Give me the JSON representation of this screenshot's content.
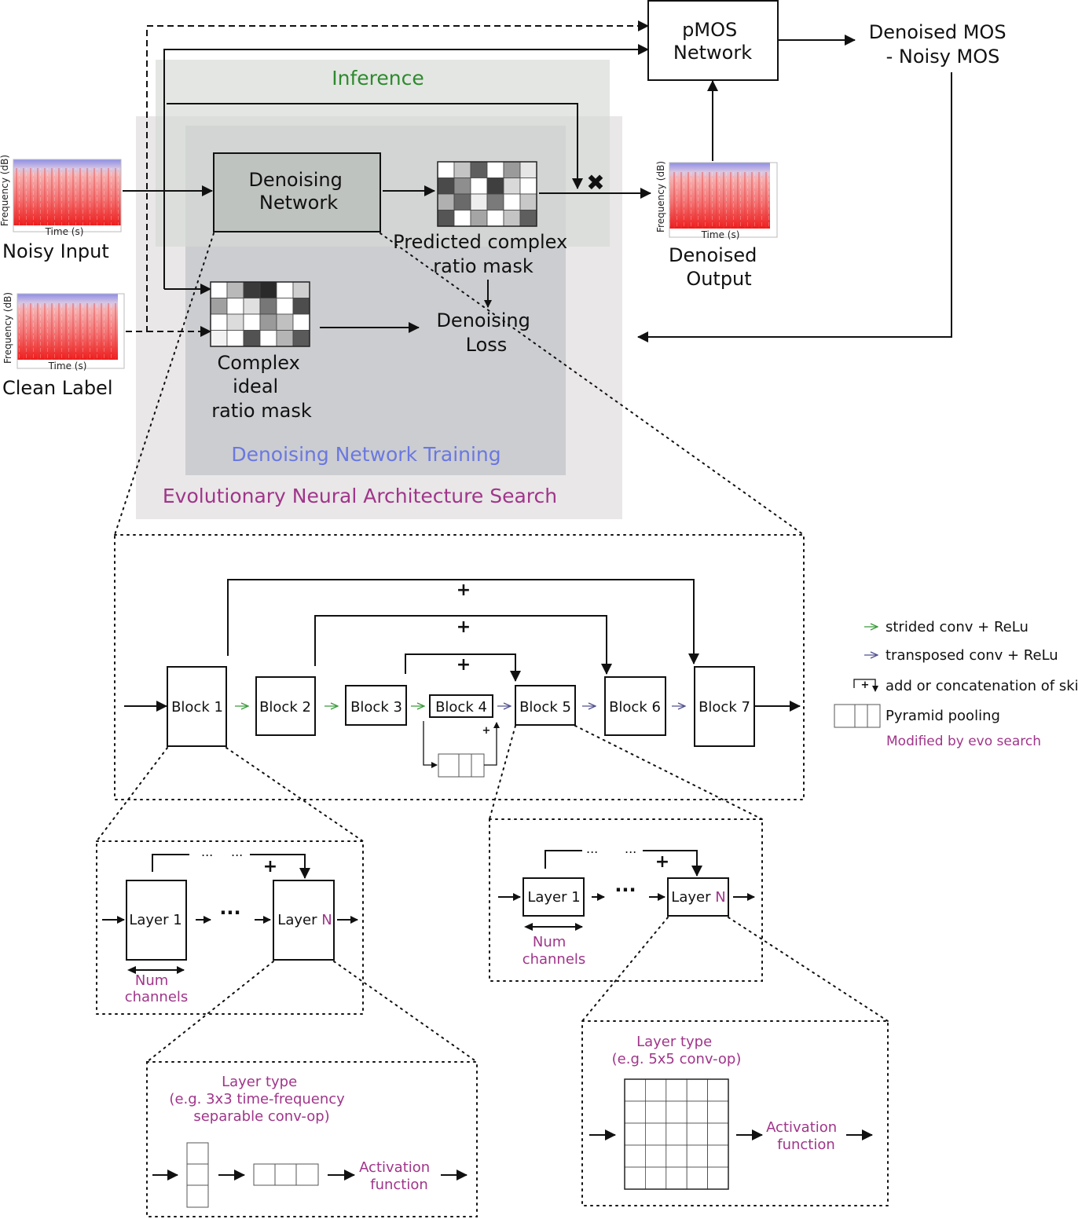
{
  "regions": {
    "inference": "Inference",
    "training": "Denoising Network Training",
    "evo_search": "Evolutionary Neural Architecture Search"
  },
  "top": {
    "pmos": [
      "pMOS",
      "Network"
    ],
    "mos_diff": [
      "Denoised MOS",
      "- Noisy MOS"
    ],
    "denoising_network": [
      "Denoising",
      "Network"
    ],
    "predicted_mask": [
      "Predicted complex",
      "ratio mask"
    ],
    "ideal_mask": [
      "Complex",
      "ideal",
      "ratio mask"
    ],
    "denoising_loss": [
      "Denoising",
      "Loss"
    ],
    "noisy_input": "Noisy Input",
    "clean_label": "Clean Label",
    "denoised_output": [
      "Denoised",
      "Output"
    ],
    "spec_ylabel": "Frequency (dB)",
    "spec_xlabel": "Time (s)"
  },
  "blocks": [
    "Block 1",
    "Block 2",
    "Block 3",
    "Block 4",
    "Block 5",
    "Block 6",
    "Block 7"
  ],
  "plus_sign": "+",
  "legend": {
    "strided": "strided conv + ReLu",
    "transposed": "transposed conv + ReLu",
    "skip": "add or concatenation of skip",
    "pyramid": "Pyramid pooling",
    "modified": "Modified by evo search"
  },
  "detail": {
    "layer_prefix": "Layer",
    "layer_one": "1",
    "layer_n": "N",
    "ellipsis": "...",
    "num_channels": [
      "Num",
      "channels"
    ],
    "left_layer_type": [
      "Layer type",
      "(e.g. 3x3 time-frequency",
      "separable conv-op)"
    ],
    "right_layer_type": [
      "Layer type",
      "(e.g. 5x5 conv-op)"
    ],
    "activation": [
      "Activation",
      "function"
    ]
  },
  "colors": {
    "inference_text": "#2e8a2e",
    "training_text": "#6a78e0",
    "evo_text": "#a0358a",
    "strided_arrow": "#3a9a3a",
    "transposed_arrow": "#505090",
    "evo_region": "#e9e7e8",
    "training_region": "#cccdd0",
    "inference_region": "#dfe1de"
  }
}
